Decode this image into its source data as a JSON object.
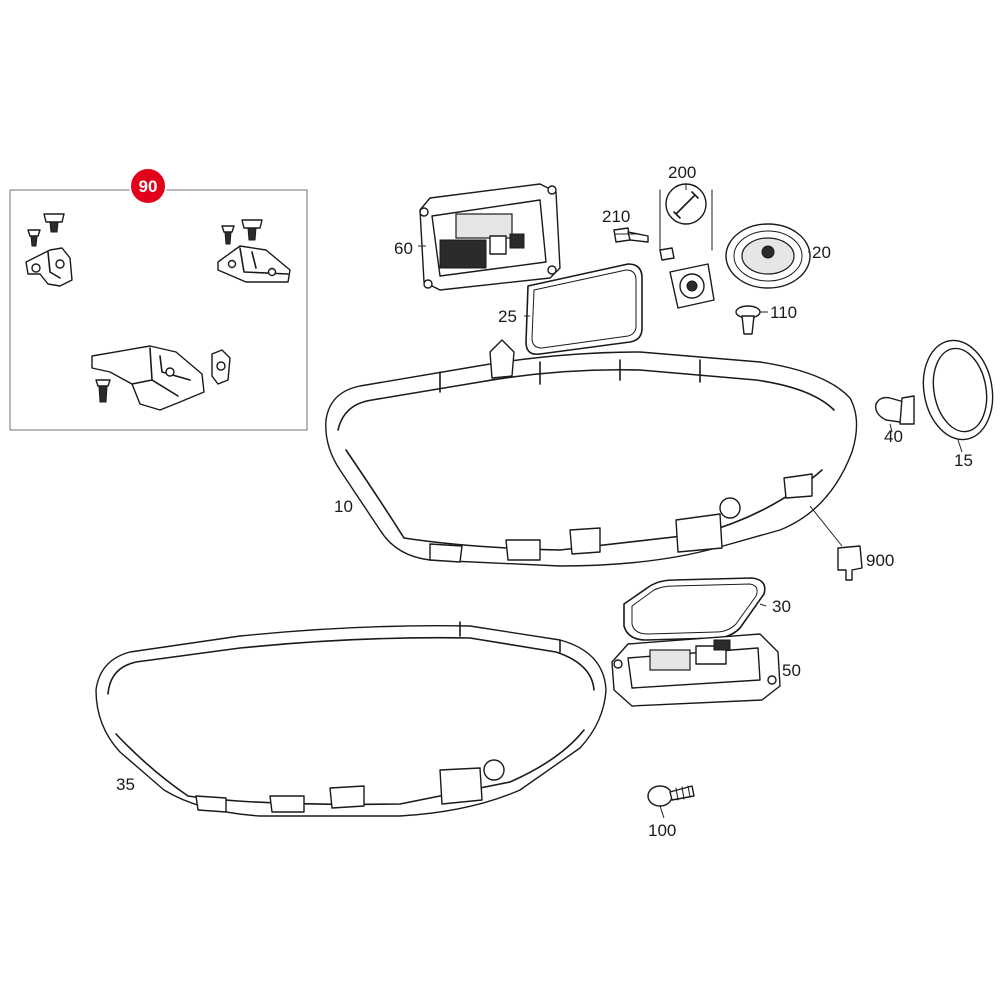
{
  "diagram": {
    "callouts": {
      "c90": "90",
      "c200": "200",
      "c210": "210",
      "c60": "60",
      "c20": "20",
      "c25": "25",
      "c110": "110",
      "c40": "40",
      "c15": "15",
      "c10": "10",
      "c900": "900",
      "c30": "30",
      "c50": "50",
      "c35": "35",
      "c100": "100"
    },
    "colors": {
      "highlight": "#e3001b",
      "line": "#1a1a1a",
      "frame": "#888888",
      "background": "#ffffff"
    }
  }
}
